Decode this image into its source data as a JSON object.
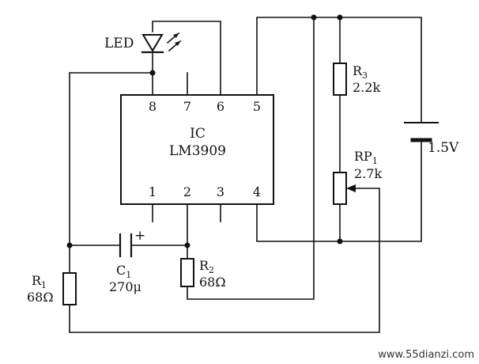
{
  "diagram": {
    "led": {
      "label": "LED"
    },
    "ic": {
      "name": "IC",
      "part": "LM3909",
      "pins": [
        "8",
        "7",
        "6",
        "5",
        "1",
        "2",
        "3",
        "4"
      ]
    },
    "r3": {
      "letter": "R",
      "sub": "3",
      "value": "2.2k"
    },
    "rp1": {
      "letter": "RP",
      "sub": "1",
      "value": "2.7k"
    },
    "battery": {
      "value": "1.5V"
    },
    "c1": {
      "letter": "C",
      "sub": "1",
      "value": "270μ",
      "polarity": "+"
    },
    "r2": {
      "letter": "R",
      "sub": "2",
      "value": "68Ω"
    },
    "r1": {
      "letter": "R",
      "sub": "1",
      "value": "68Ω"
    }
  },
  "watermark": "www.55dianzi.com"
}
